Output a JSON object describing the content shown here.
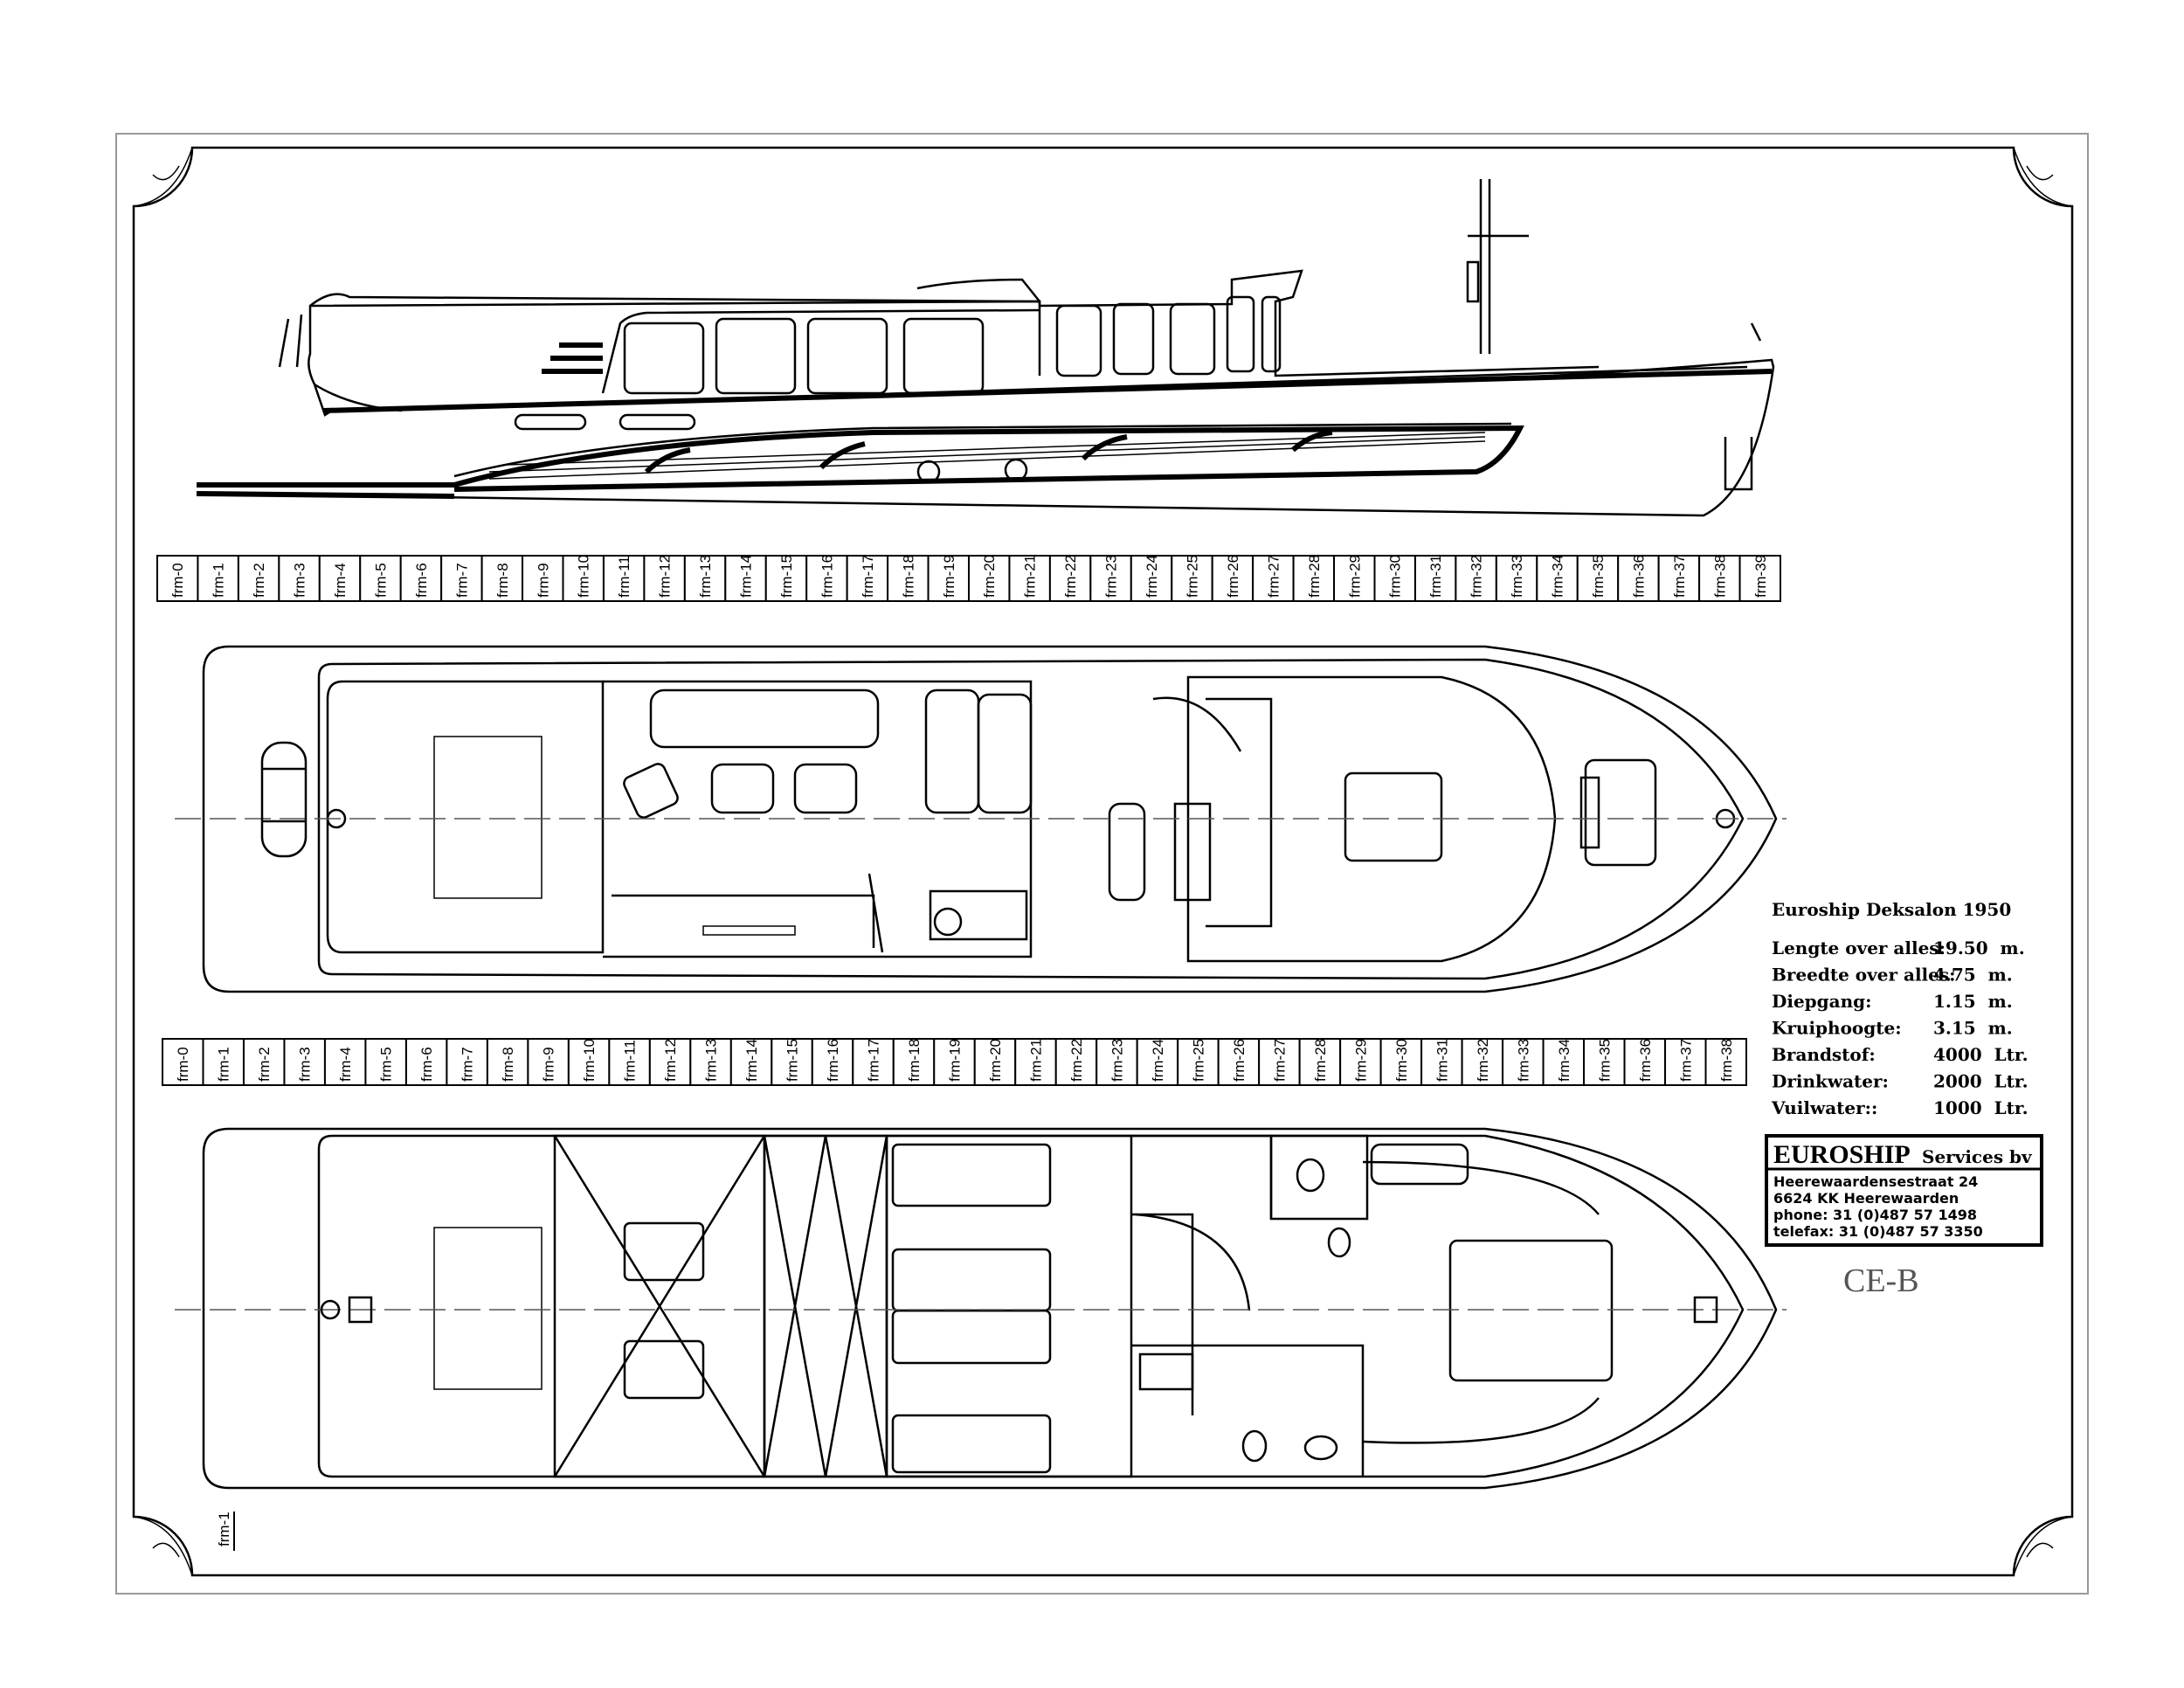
{
  "title": "Euroship Deksalon 1950",
  "specs": [
    {
      "label": "Lengte over alles:",
      "value": "19.50  m."
    },
    {
      "label": "Breedte over alles:",
      "value": "4.75  m."
    },
    {
      "label": "Diepgang:",
      "value": "1.15  m."
    },
    {
      "label": "Kruiphoogte:",
      "value": "3.15  m."
    },
    {
      "label": "Brandstof:",
      "value": "4000  Ltr."
    },
    {
      "label": "Drinkwater:",
      "value": "2000  Ltr."
    },
    {
      "label": "Vuilwater::",
      "value": "1000  Ltr."
    }
  ],
  "company": {
    "name": "EUROSHIP",
    "suffix": "Services bv",
    "address_lines": [
      "Heerewaardensestraat 24",
      "6624  KK  Heerewaarden",
      "phone:  31 (0)487  57  1498",
      "telefax: 31 (0)487  57  3350"
    ]
  },
  "ce_class": "CE-B",
  "frame_prefix": "frm-",
  "frame_row_top_count": 40,
  "frame_row_bottom_count": 39,
  "frame_marker": "frm-1"
}
